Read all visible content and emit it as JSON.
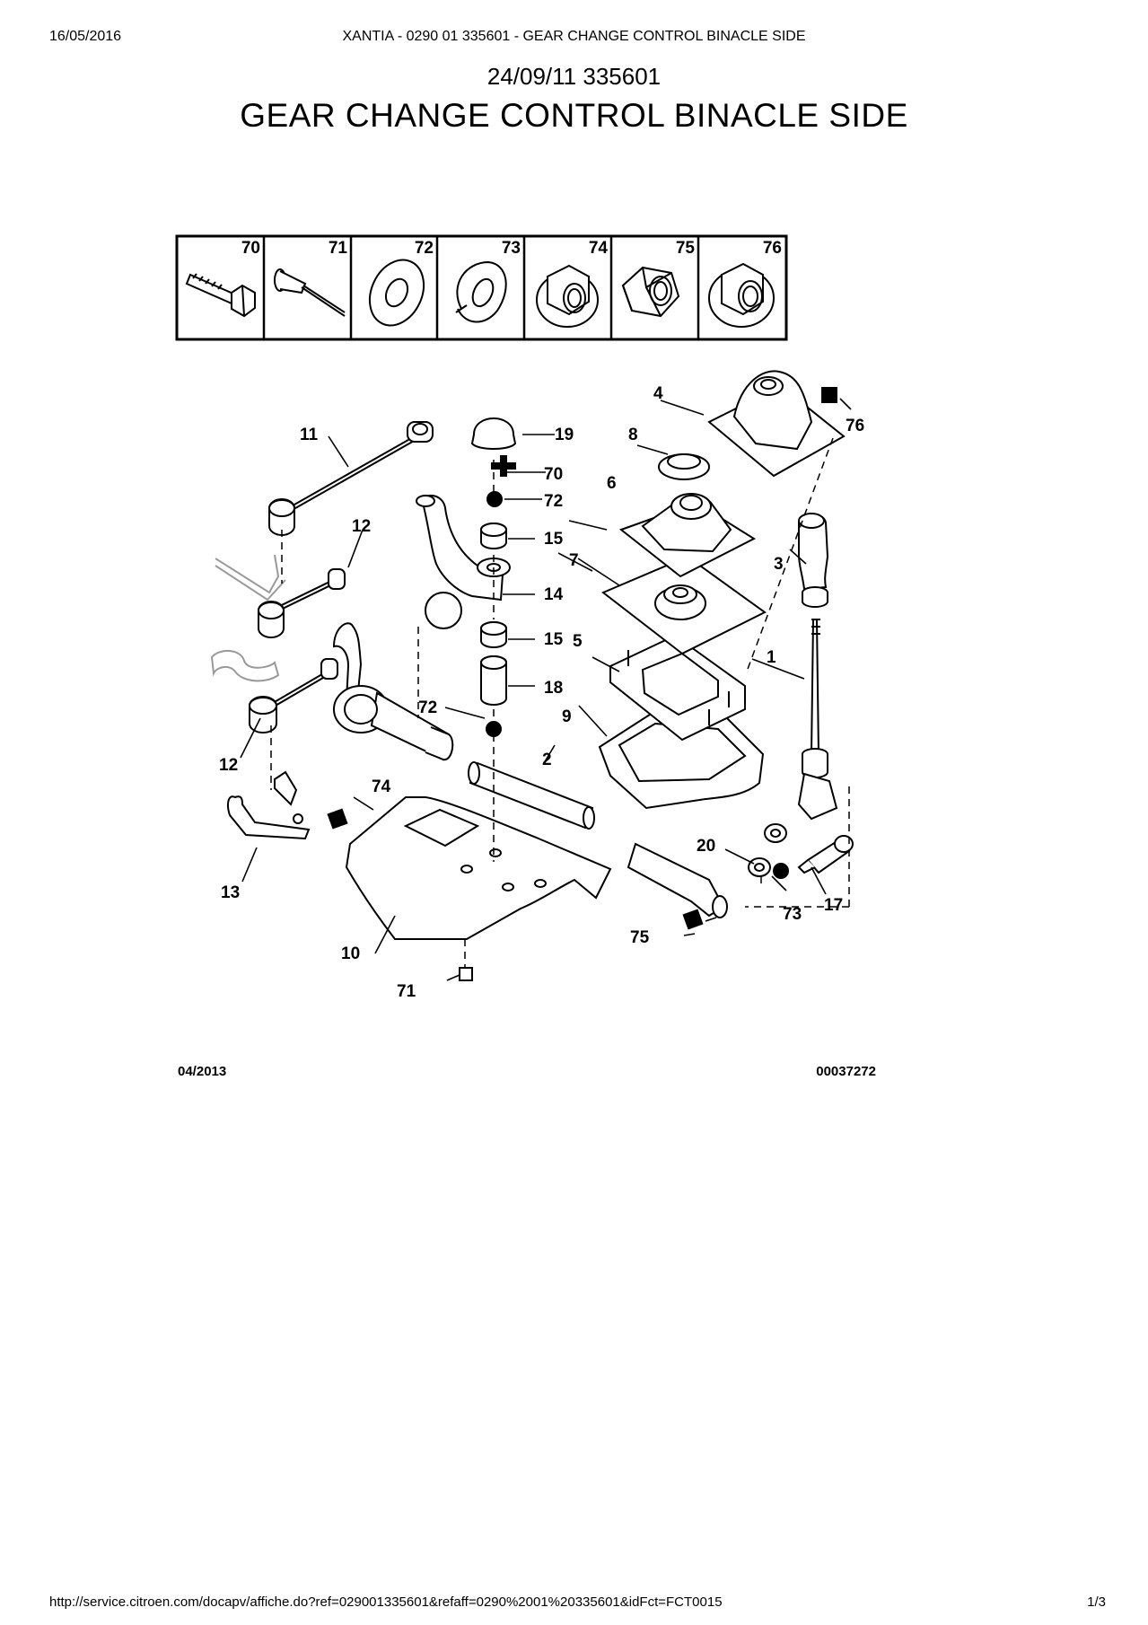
{
  "header": {
    "date": "16/05/2016",
    "title": "XANTIA - 0290 01 335601 - GEAR CHANGE CONTROL BINACLE SIDE"
  },
  "document": {
    "subtitle": "24/09/11 335601",
    "title": "GEAR CHANGE CONTROL BINACLE SIDE"
  },
  "hardware_table": {
    "cells": [
      {
        "number": "70",
        "icon": "bolt-icon"
      },
      {
        "number": "71",
        "icon": "rivet-icon"
      },
      {
        "number": "72",
        "icon": "flat-washer-icon"
      },
      {
        "number": "73",
        "icon": "spring-washer-icon"
      },
      {
        "number": "74",
        "icon": "flange-nut-icon"
      },
      {
        "number": "75",
        "icon": "hex-nut-icon"
      },
      {
        "number": "76",
        "icon": "flange-nut-icon"
      }
    ]
  },
  "diagram": {
    "callouts": [
      "1",
      "2",
      "3",
      "4",
      "5",
      "6",
      "7",
      "8",
      "9",
      "10",
      "11",
      "12",
      "12",
      "13",
      "14",
      "15",
      "15",
      "17",
      "18",
      "19",
      "20",
      "70",
      "71",
      "72",
      "72",
      "73",
      "74",
      "75",
      "76"
    ],
    "date_code": "04/2013",
    "reference": "00037272"
  },
  "footer": {
    "url": "http://service.citroen.com/docapv/affiche.do?ref=029001335601&refaff=0290%2001%20335601&idFct=FCT0015",
    "page": "1/3"
  }
}
